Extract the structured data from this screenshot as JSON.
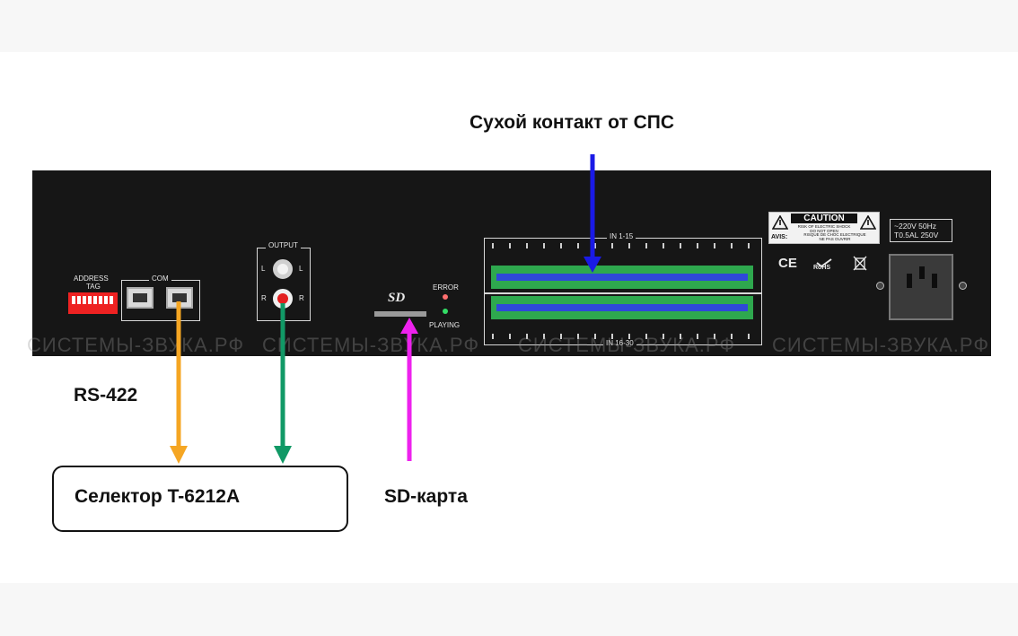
{
  "labels": {
    "dry_contact": "Сухой контакт от СПС",
    "rs422": "RS-422",
    "selector": "Селектор T-6212A",
    "sd_card": "SD-карта"
  },
  "panel": {
    "address_tag_line1": "ADDRESS",
    "address_tag_line2": "TAG",
    "com": "COM",
    "output": "OUTPUT",
    "l": "L",
    "r": "R",
    "sd_logo": "SD",
    "error": "ERROR",
    "playing": "PLAYING",
    "in_top": "IN 1-15",
    "in_bottom": "IN 16-30",
    "caution": "CAUTION",
    "caution_sub1": "RISK OF ELECTRIC SHOCK",
    "caution_sub2": "DO NOT OPEN",
    "avis": "AVIS:",
    "avis_sub1": "RISQUE DE CHOC ELECTRIQUE",
    "avis_sub2": "NE PAS OUVRIR",
    "ce": "CE",
    "rohs": "RoHS",
    "power_line1": "~220V  50Hz",
    "power_line2": "T0.5AL  250V"
  },
  "watermark": "СИСТЕМЫ-ЗВУКА.РФ",
  "colors": {
    "arrow_dry_contact": "#1a1ae6",
    "arrow_rs422": "#f5a623",
    "arrow_output": "#119966",
    "arrow_sd": "#ee22ee",
    "led_error": "#ff6f6f",
    "led_playing": "#33dd66",
    "terminal_green": "#2ea84e",
    "terminal_blue": "#2f48d8",
    "dip_red": "#ee2222",
    "rca_white": "#f2f2f2",
    "rca_red": "#e32020"
  },
  "icons": [
    "arrow-down-icon",
    "warning-triangle-icon",
    "ce-mark-icon",
    "rohs-icon",
    "weee-bin-icon",
    "iec-power-inlet-icon",
    "rj45-port-icon",
    "rca-jack-icon",
    "dip-switch-icon",
    "led-icon"
  ]
}
